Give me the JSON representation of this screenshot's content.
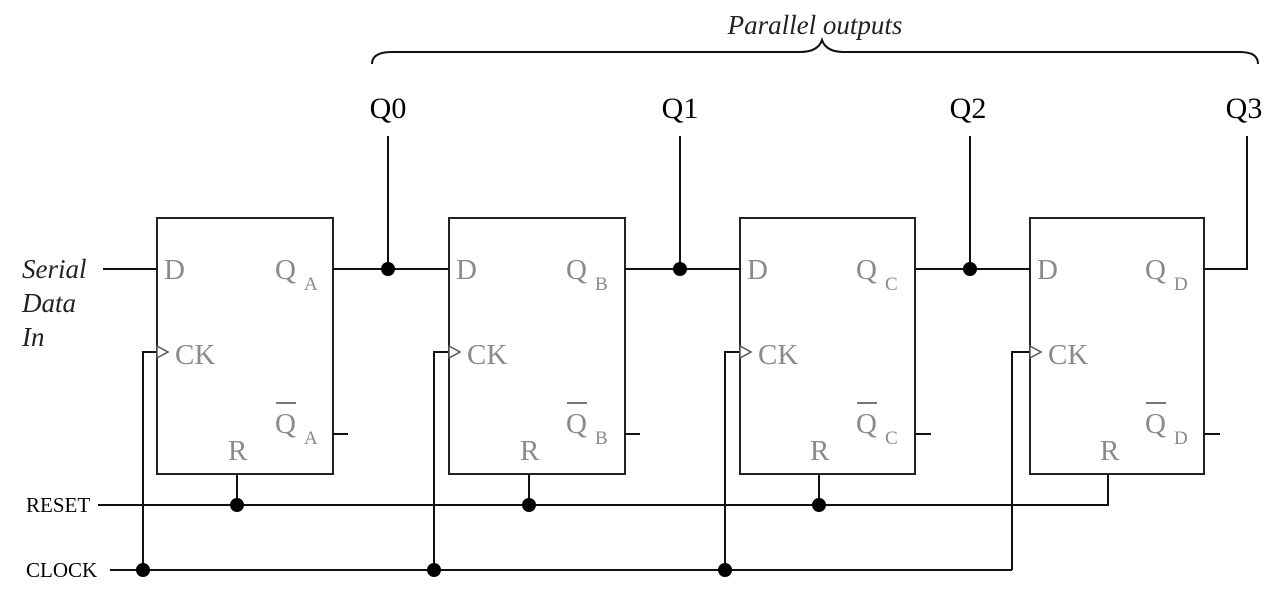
{
  "title": "Parallel outputs",
  "outputs": [
    "Q0",
    "Q1",
    "Q2",
    "Q3"
  ],
  "input": {
    "lines": [
      "Serial",
      "Data",
      "In"
    ]
  },
  "controls": {
    "reset": "RESET",
    "clock": "CLOCK"
  },
  "flipflops": [
    {
      "id": "A",
      "d": "D",
      "ck": "CK",
      "r": "R",
      "q": "Q",
      "qbar": "Q",
      "sub": "A"
    },
    {
      "id": "B",
      "d": "D",
      "ck": "CK",
      "r": "R",
      "q": "Q",
      "qbar": "Q",
      "sub": "B"
    },
    {
      "id": "C",
      "d": "D",
      "ck": "CK",
      "r": "R",
      "q": "Q",
      "qbar": "Q",
      "sub": "C"
    },
    {
      "id": "D",
      "d": "D",
      "ck": "CK",
      "r": "R",
      "q": "Q",
      "qbar": "Q",
      "sub": "D"
    }
  ]
}
